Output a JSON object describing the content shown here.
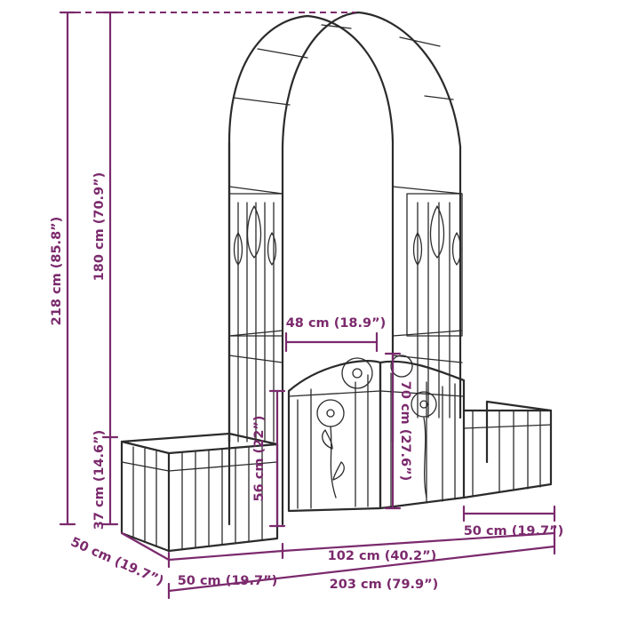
{
  "accent_color": "#7b2a6d",
  "line_color": "#2b2b2b",
  "dimensions": {
    "total_height": "218 cm (85.8”)",
    "arch_height": "180 cm (70.9”)",
    "planter_height": "37 cm (14.6”)",
    "gate_width": "48 cm (18.9”)",
    "gate_height": "70 cm (27.6”)",
    "side_height": "56 cm (22”)",
    "planter_length_right": "50 cm (19.7”)",
    "depth": "50 cm (19.7”)",
    "planter_length_left": "50 cm (19.7”)",
    "center_width": "102 cm (40.2”)",
    "total_width": "203 cm (79.9”)"
  }
}
